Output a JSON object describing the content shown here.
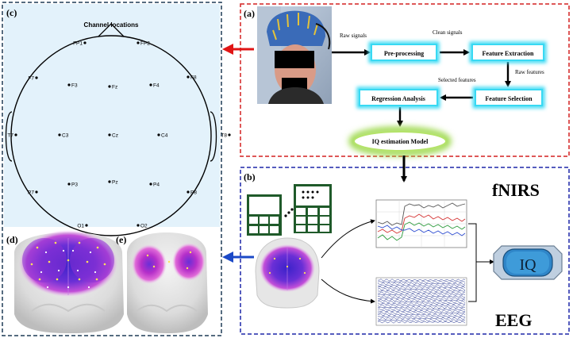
{
  "panel_c": {
    "label": "(c)",
    "title": "Channel locations",
    "channels": [
      {
        "name": "FP1"
      },
      {
        "name": "FP2"
      },
      {
        "name": "F7"
      },
      {
        "name": "F3"
      },
      {
        "name": "Fz"
      },
      {
        "name": "F4"
      },
      {
        "name": "F8"
      },
      {
        "name": "T7"
      },
      {
        "name": "C3"
      },
      {
        "name": "Cz"
      },
      {
        "name": "C4"
      },
      {
        "name": "T8"
      },
      {
        "name": "P7"
      },
      {
        "name": "P3"
      },
      {
        "name": "Pz"
      },
      {
        "name": "P4"
      },
      {
        "name": "P8"
      },
      {
        "name": "O1"
      },
      {
        "name": "O2"
      }
    ]
  },
  "panel_a": {
    "label": "(a)",
    "raw_signals": "Raw signals",
    "clean_signals": "Clean signals",
    "raw_features": "Raw features",
    "selected_features": "Selected features",
    "preprocessing": "Pre-processing",
    "feature_extraction": "Feature Extraction",
    "feature_selection": "Feature Selection",
    "regression_analysis": "Regression Analysis",
    "model": "IQ estimation Model"
  },
  "panel_b": {
    "label": "(b)",
    "fnirs": "fNIRS",
    "eeg": "EEG",
    "iq": "IQ"
  },
  "panel_d": {
    "label": "(d)"
  },
  "panel_e": {
    "label": "(e)"
  },
  "colors": {
    "left_panel_border": "#1f3b57",
    "panel_a_border": "#d42020",
    "panel_b_border": "#1d27a8",
    "panel_c_bg": "#e3f2fb",
    "glow_box": "#38d9f3",
    "model_glow": "#9bd84a",
    "arrow_red": "#e01515",
    "arrow_blue": "#1b49c7",
    "iq_fill": "#2f86c9"
  }
}
